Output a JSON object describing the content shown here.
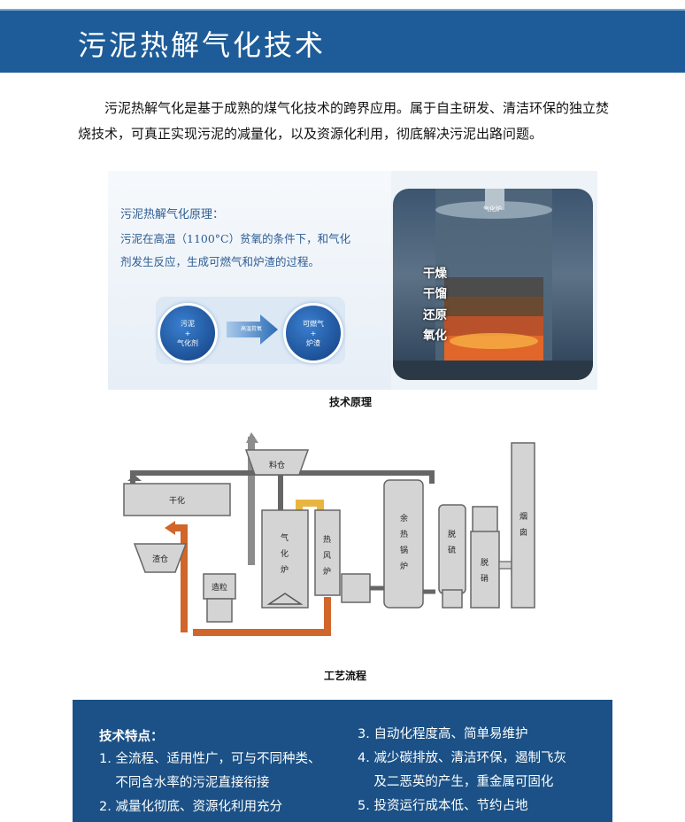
{
  "header": {
    "title": "污泥热解气化技术"
  },
  "intro": {
    "text": "污泥热解气化是基于成熟的煤气化技术的跨界应用。属于自主研发、清洁环保的独立焚烧技术，可真正实现污泥的减量化，以及资源化利用，彻底解决污泥出路问题。"
  },
  "principle": {
    "heading": "污泥热解气化原理：",
    "line1": "污泥在高温（1100°C）贫氧的条件下，和气化",
    "line2": "剂发生反应，生成可燃气和炉渣的过程。",
    "input_line1": "污泥",
    "input_plus": "+",
    "input_line2": "气化剂",
    "arrow_label": "高温贫氧",
    "output_line1": "可燃气",
    "output_plus": "+",
    "output_line2": "炉渣",
    "furnace_top_label": "气化炉",
    "stages": [
      "干燥",
      "干馏",
      "还原",
      "氧化"
    ],
    "caption": "技术原理"
  },
  "process": {
    "caption": "工艺流程",
    "labels": {
      "dryer": "干化",
      "hopper": "料仓",
      "slag_bin": "渣仓",
      "granulator": "造粒",
      "gasifier": "气化炉",
      "hot_blast": "热风炉",
      "waste_heat": "余热锅炉",
      "desulfurization": "脱硫",
      "denitrification": "脱硝",
      "chimney": "烟囱"
    },
    "colors": {
      "equipment": "#d4d4d4",
      "outline": "#666666",
      "hot_pipe": "#d0662a",
      "gas_pipe": "#e8b640",
      "steam_pipe": "#8c8c8c"
    }
  },
  "features": {
    "title": "技术特点：",
    "left": [
      "1. 全流程、适用性广，可与不同种类、",
      "    不同含水率的污泥直接衔接",
      "2. 减量化彻底、资源化利用充分"
    ],
    "right": [
      "3. 自动化程度高、简单易维护",
      "4. 减少碳排放、清洁环保，遏制飞灰",
      "    及二恶英的产生，重金属可固化",
      "5. 投资运行成本低、节约占地"
    ]
  }
}
